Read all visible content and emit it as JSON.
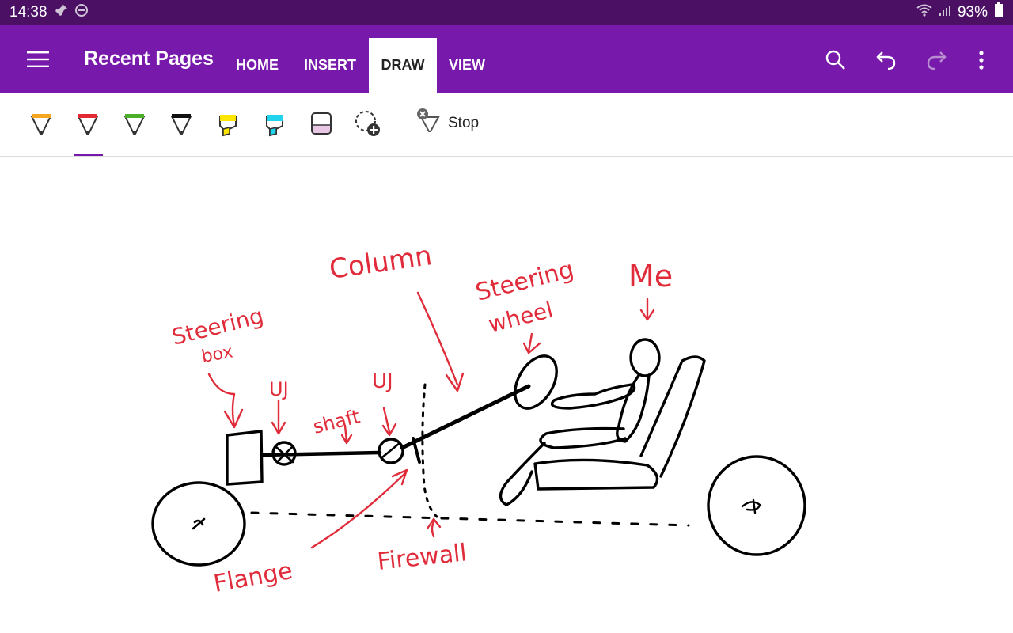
{
  "status_bar": {
    "time": "14:38",
    "battery": "93%",
    "left_icons": [
      "pin-icon",
      "do-not-disturb-icon"
    ],
    "right_icons": [
      "wifi-icon",
      "signal-icon",
      "battery-icon"
    ]
  },
  "app_bar": {
    "title": "Recent Pages",
    "tabs": [
      {
        "label": "HOME",
        "active": false
      },
      {
        "label": "INSERT",
        "active": false
      },
      {
        "label": "DRAW",
        "active": true
      },
      {
        "label": "VIEW",
        "active": false
      }
    ],
    "actions": [
      "search-icon",
      "undo-icon",
      "redo-icon",
      "more-icon"
    ],
    "colors": {
      "status": "#4b0f64",
      "bar": "#7719aa"
    }
  },
  "draw_ribbon": {
    "pens": [
      {
        "name": "pen-orange",
        "color": "#f5a623",
        "selected": false
      },
      {
        "name": "pen-red",
        "color": "#e22a35",
        "selected": true
      },
      {
        "name": "pen-green",
        "color": "#4caf2a",
        "selected": false
      },
      {
        "name": "pen-black",
        "color": "#111111",
        "selected": false
      },
      {
        "name": "highlighter-yellow",
        "color": "#ffe600",
        "selected": false
      },
      {
        "name": "highlighter-cyan",
        "color": "#22d3ee",
        "selected": false
      }
    ],
    "tools": [
      "eraser-icon",
      "lasso-add-icon"
    ],
    "stop_label": "Stop"
  },
  "canvas": {
    "ink_colors": {
      "sketch": "#000000",
      "labels": "#e02c3a"
    },
    "labels": {
      "column": "Column",
      "steering_wheel_1": "Steering",
      "steering_wheel_2": "wheel",
      "me": "Me",
      "steering_box_1": "Steering",
      "steering_box_2": "box",
      "uj_left": "UJ",
      "uj_right": "UJ",
      "shaft": "shaft",
      "flange": "Flange",
      "firewall": "Firewall"
    }
  }
}
